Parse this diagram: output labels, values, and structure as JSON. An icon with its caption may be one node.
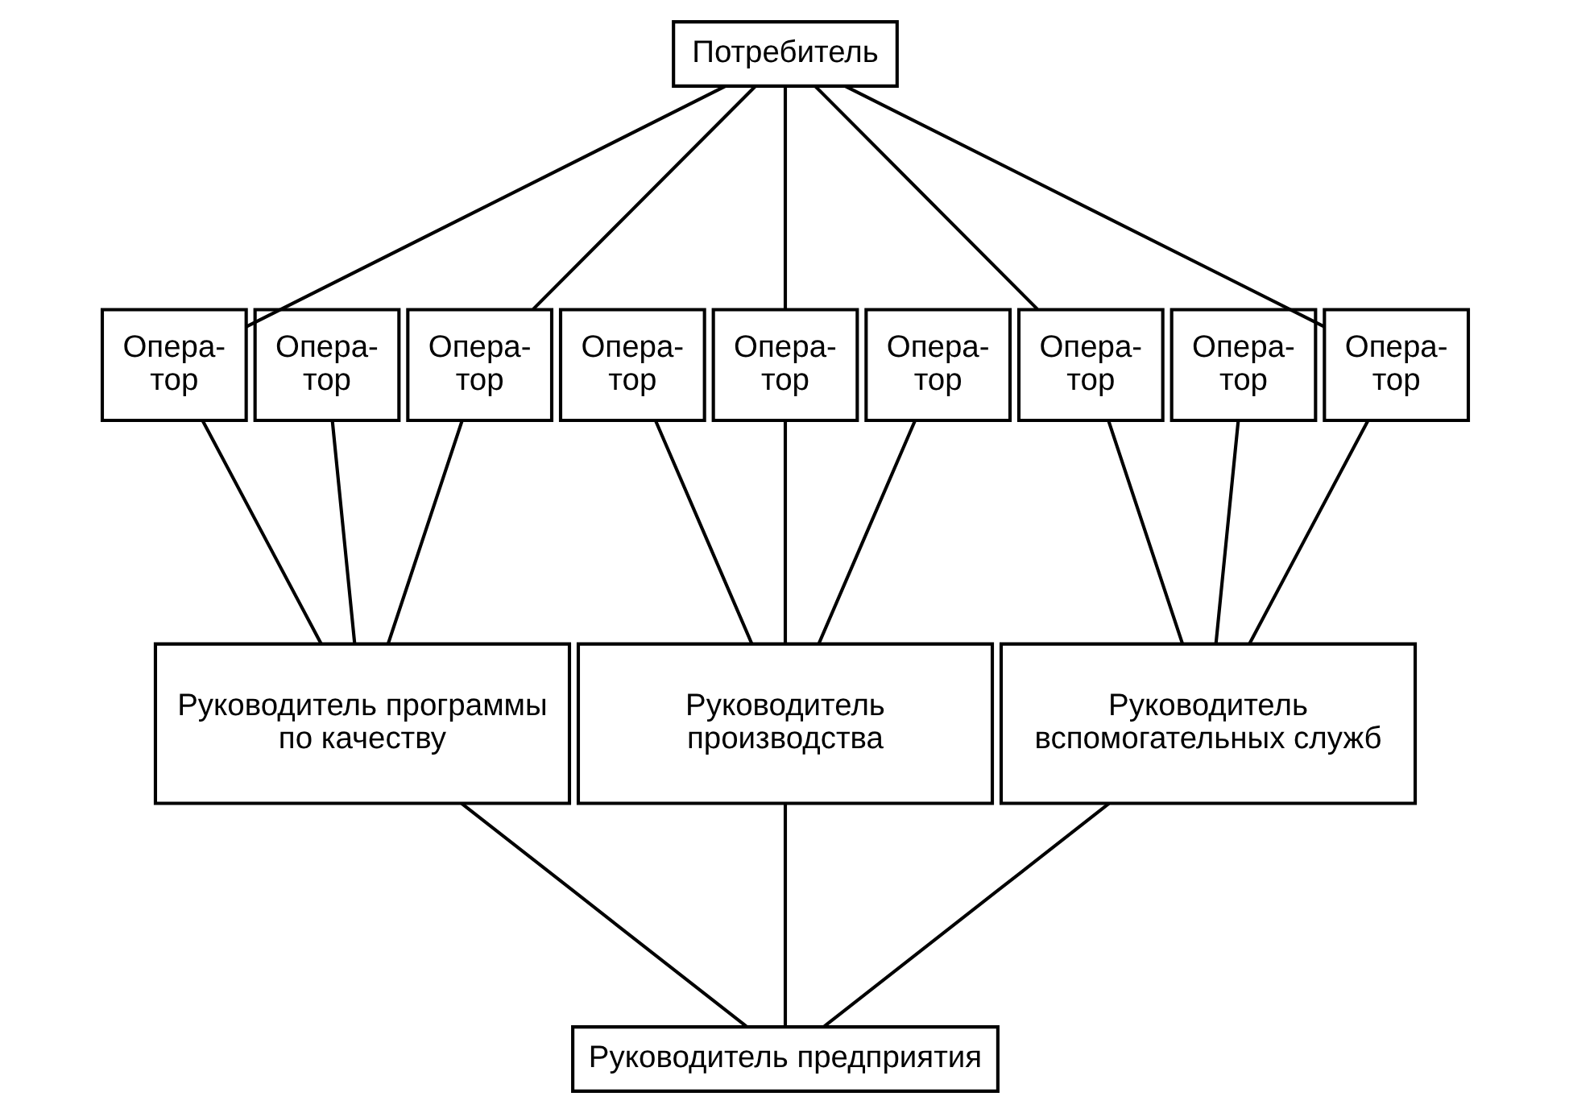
{
  "diagram": {
    "nodes": [
      {
        "text": [
          "Потребитель"
        ]
      },
      {
        "text": [
          "Опера- тор"
        ]
      },
      {
        "text": [
          "Опера- тор"
        ]
      },
      {
        "text": [
          "Опера- тор"
        ]
      },
      {
        "text": [
          "Опера- тор"
        ]
      },
      {
        "text": [
          "Опера- тор"
        ]
      },
      {
        "text": [
          "Опера- тор"
        ]
      },
      {
        "text": [
          "Опера- тор"
        ]
      },
      {
        "text": [
          "Опера- тор"
        ]
      },
      {
        "text": [
          "Опера- тор"
        ]
      },
      {
        "text": [
          "Руководитель программы по качеству"
        ]
      },
      {
        "text": [
          "Руководитель производства"
        ]
      },
      {
        "text": [
          "Руководитель вспомогательных служб"
        ]
      },
      {
        "text": [
          "Руководитель предприятия"
        ]
      }
    ],
    "edges": [
      {
        "from": 0,
        "to": 1,
        "arrow": "none"
      },
      {
        "from": 0,
        "to": 3,
        "arrow": "none"
      },
      {
        "from": 0,
        "to": 5,
        "arrow": "none"
      },
      {
        "from": 0,
        "to": 7,
        "arrow": "none"
      },
      {
        "from": 0,
        "to": 9,
        "arrow": "none"
      },
      {
        "from": 1,
        "to": 10,
        "arrow": "none"
      },
      {
        "from": 2,
        "to": 10,
        "arrow": "none"
      },
      {
        "from": 3,
        "to": 10,
        "arrow": "none"
      },
      {
        "from": 4,
        "to": 11,
        "arrow": "none"
      },
      {
        "from": 5,
        "to": 11,
        "arrow": "none"
      },
      {
        "from": 6,
        "to": 11,
        "arrow": "none"
      },
      {
        "from": 7,
        "to": 12,
        "arrow": "none"
      },
      {
        "from": 8,
        "to": 12,
        "arrow": "none"
      },
      {
        "from": 9,
        "to": 12,
        "arrow": "none"
      },
      {
        "from": 10,
        "to": 13,
        "arrow": "none"
      },
      {
        "from": 11,
        "to": 13,
        "arrow": "none"
      },
      {
        "from": 12,
        "to": 13,
        "arrow": "none"
      }
    ]
  }
}
